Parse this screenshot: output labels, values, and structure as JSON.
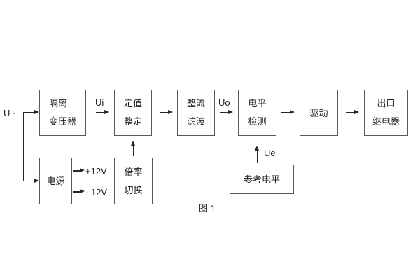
{
  "figure": {
    "caption": "图 1"
  },
  "colors": {
    "box_border": "#595959",
    "line": "#262626",
    "text": "#1f1f1f",
    "bg": "#ffffff"
  },
  "signals": {
    "input": "U~",
    "ui": "Ui",
    "uo": "Uo",
    "ue": "Ue",
    "rail_pos": "+12V",
    "rail_neg": "· 12V"
  },
  "blocks": {
    "isolation_transformer": {
      "line1": "隔离",
      "line2": "变压器"
    },
    "value_setting": {
      "line1": "定值",
      "line2": "整定"
    },
    "rectifier_filter": {
      "line1": "整流",
      "line2": "滤波"
    },
    "level_detection": {
      "line1": "电平",
      "line2": "检测"
    },
    "drive": {
      "line1": "驱动"
    },
    "output_relay": {
      "line1": "出口",
      "line2": "继电器"
    },
    "power_supply": {
      "line1": "电源"
    },
    "ratio_switching": {
      "line1": "倍率",
      "line2": "切换"
    },
    "reference_level": {
      "line1": "参考电平"
    }
  }
}
